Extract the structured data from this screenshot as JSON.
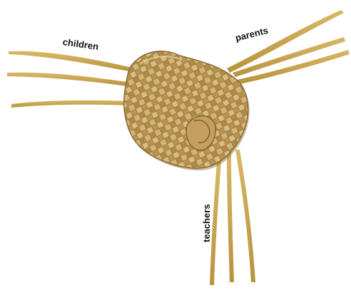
{
  "labels": {
    "children": "children",
    "parents": "parents",
    "teachers": "teachers"
  },
  "colors": {
    "strand": "#c9a552",
    "strand_dark": "#a8822f",
    "weave_light": "#d9bd85",
    "weave_mid": "#c29e5c",
    "weave_dark": "#7a5a2a",
    "label": "#111111",
    "background": "#ffffff"
  },
  "icons": {
    "mat": "woven-flax-mat-icon"
  }
}
